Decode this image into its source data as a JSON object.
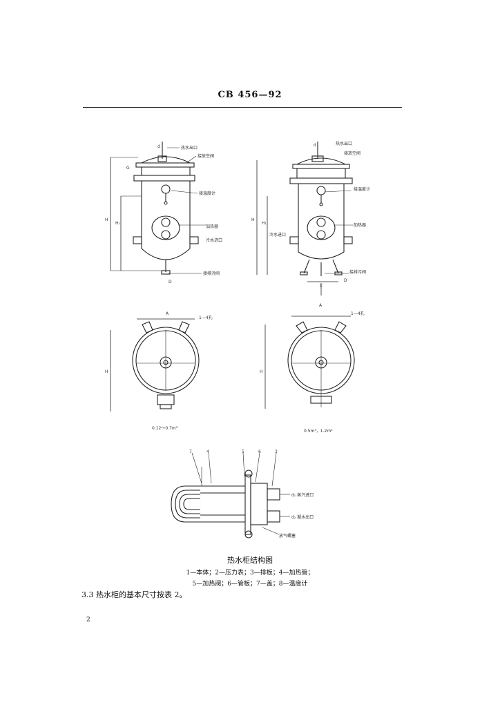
{
  "header": {
    "code": "CB 456—92"
  },
  "figure": {
    "left_view": {
      "labels": {
        "hot_out": "热水出口",
        "drain_valve": "接放空阀",
        "thermometer": "接温度计",
        "heater": "加热器",
        "cold_in": "冷水进口",
        "drain": "接排污阀"
      },
      "dims": {
        "d": "d",
        "A": "A",
        "H": "H",
        "H1": "H₁",
        "D": "D",
        "G": "G",
        "bolt_holes": "1—4孔",
        "size_caption": "0.12～0.7m³"
      }
    },
    "right_view": {
      "labels": {
        "hot_out": "热水出口",
        "drain_valve": "接放空阀",
        "thermometer": "接温度计",
        "heater": "加热器",
        "cold_in": "冷水进口",
        "drain": "接排污阀"
      },
      "dims": {
        "d": "d",
        "A": "A",
        "H": "H",
        "H1": "H₁",
        "D": "D",
        "C": "C",
        "bolt_holes": "1—4孔",
        "size_caption": "0.5m³，1.2m³"
      }
    },
    "heater_detail": {
      "callouts": [
        "7",
        "4",
        "5",
        "6",
        "3"
      ],
      "labels": {
        "steam_in": "d₁ 蒸汽进口",
        "cond_out": "d₂ 凝水出口",
        "drain_cock": "放气螺塞"
      }
    }
  },
  "caption": {
    "title": "热水柜结构图",
    "legend_line1": "1—本体；2—压力表；3—排板；4—加热管；",
    "legend_line2": "5—加热阀；6—管板；7—盖；8—温度计"
  },
  "body": {
    "clause": "3.3  热水柜的基本尺寸按表 2。"
  },
  "page_number": "2"
}
